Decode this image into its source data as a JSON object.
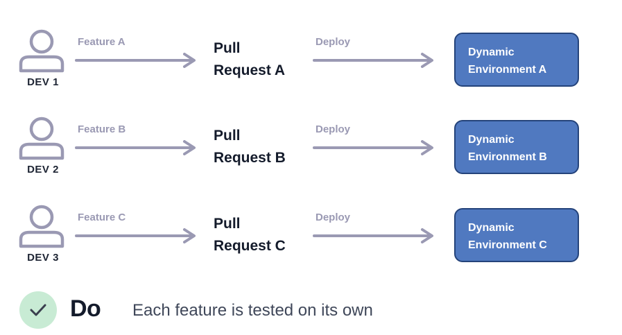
{
  "rows": [
    {
      "dev": "DEV 1",
      "feature": "Feature A",
      "pull_request_line1": "Pull",
      "pull_request_line2": "Request A",
      "deploy": "Deploy",
      "env_line1": "Dynamic",
      "env_line2": "Environment A"
    },
    {
      "dev": "DEV 2",
      "feature": "Feature B",
      "pull_request_line1": "Pull",
      "pull_request_line2": "Request B",
      "deploy": "Deploy",
      "env_line1": "Dynamic",
      "env_line2": "Environment B"
    },
    {
      "dev": "DEV 3",
      "feature": "Feature C",
      "pull_request_line1": "Pull",
      "pull_request_line2": "Request C",
      "deploy": "Deploy",
      "env_line1": "Dynamic",
      "env_line2": "Environment C"
    }
  ],
  "footer": {
    "do_label": "Do",
    "description": "Each feature is tested on its own"
  },
  "colors": {
    "avatar_stroke": "#9a99b3",
    "arrow": "#9a99b3",
    "env_fill": "#5079c0",
    "env_border": "#24437a",
    "check_bg": "#c8ebd4",
    "check_mark": "#3a3f4e"
  },
  "icons": {
    "dev": "user-outline-icon",
    "arrow": "arrow-right-icon",
    "status": "checkmark-icon"
  }
}
